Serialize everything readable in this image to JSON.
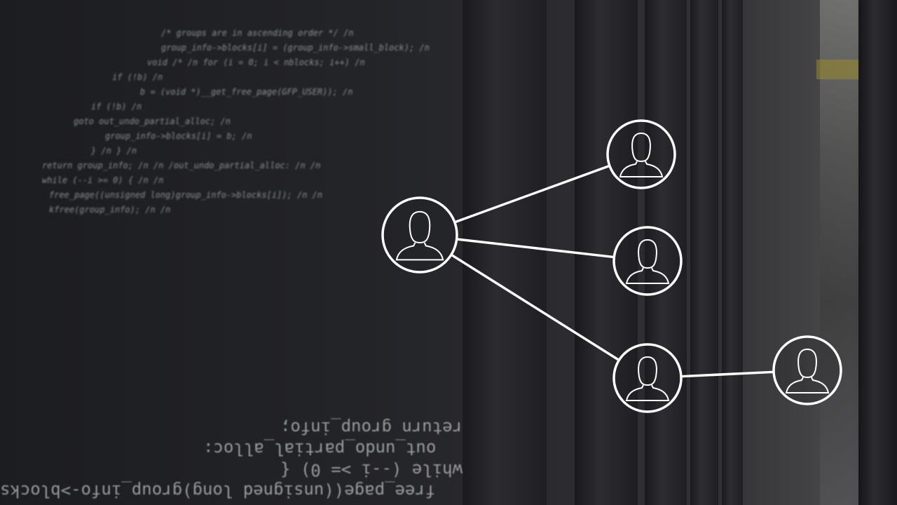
{
  "scene": {
    "description_colors": {
      "background": "#1e1f23",
      "overlay_lines": "#ffffff"
    }
  },
  "code_lines": [
    "/* groups are in ascending order */ /n",
    "group_info->blocks[i] = (group_info->small_block); /n",
    "void /* /n      for (i = 0; i < nblocks; i++) /n",
    "if (!b) /n",
    "b = (void *)__get_free_page(GFP_USER)); /n",
    "if (!b) /n",
    "goto out_undo_partial_alloc; /n",
    "group_info->blocks[i] = b; /n",
    "} /n   } /n",
    "return group_info; /n /n /out_undo_partial_alloc: /n /n",
    "while (--i >= 0) { /n /n",
    "free_page((unsigned long)group_info->blocks[i]); /n /n",
    "kfree(group_info); /n /n"
  ],
  "mirrored_code_lines": [
    "return group_info;",
    "out_undo_partial_alloc:",
    "while (--i >= 0) {",
    "free_page((unsigned long)group_info->blocks"
  ],
  "network": {
    "nodes": [
      {
        "id": "center",
        "icon": "person-icon"
      },
      {
        "id": "top-right",
        "icon": "person-icon"
      },
      {
        "id": "middle-right",
        "icon": "person-icon"
      },
      {
        "id": "bottom-right",
        "icon": "person-icon"
      },
      {
        "id": "far-right",
        "icon": "person-icon"
      }
    ],
    "edges": [
      [
        "center",
        "top-right"
      ],
      [
        "center",
        "middle-right"
      ],
      [
        "center",
        "bottom-right"
      ],
      [
        "bottom-right",
        "far-right"
      ]
    ]
  }
}
